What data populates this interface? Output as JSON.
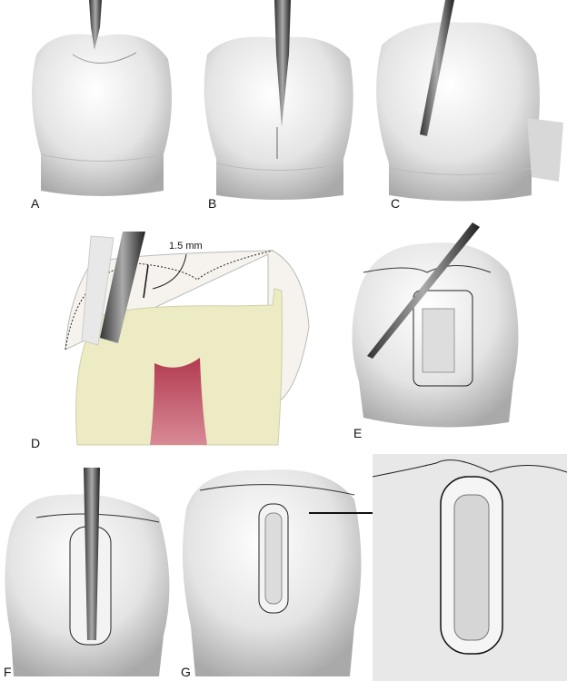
{
  "panels": {
    "a": {
      "label": "A"
    },
    "b": {
      "label": "B"
    },
    "c": {
      "label": "C"
    },
    "d": {
      "label": "D",
      "measurement": "1.5 mm"
    },
    "e": {
      "label": "E"
    },
    "f": {
      "label": "F"
    },
    "g": {
      "label": "G"
    }
  },
  "colors": {
    "dentin": "#ecebc4",
    "pulp": "#c4566a",
    "enamel": "#f6f3ee"
  }
}
